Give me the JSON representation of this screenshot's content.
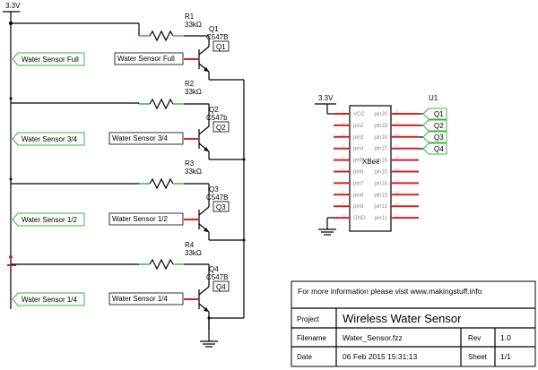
{
  "supply": {
    "net_left": "3.3V",
    "net_right": "3.3V"
  },
  "stages": [
    {
      "r_ref": "R1",
      "r_value": "33kΩ",
      "q_ref": "Q1",
      "q_part": "C547B",
      "q_tag": "Q1",
      "sensor_net": "Water Sensor Full",
      "sensor_label": "Water Sensor Full"
    },
    {
      "r_ref": "R2",
      "r_value": "33kΩ",
      "q_ref": "Q2",
      "q_part": "C547b",
      "q_tag": "Q2",
      "sensor_net": "Water Sensor 3/4",
      "sensor_label": "Water Sensor 3/4"
    },
    {
      "r_ref": "R3",
      "r_value": "33kΩ",
      "q_ref": "Q3",
      "q_part": "C547B",
      "q_tag": "Q3",
      "sensor_net": "Water Sensor 1/2",
      "sensor_label": "Water Sensor 1/2"
    },
    {
      "r_ref": "R4",
      "r_value": "33kΩ",
      "q_ref": "Q4",
      "q_part": "C547B",
      "q_tag": "Q4",
      "sensor_net": "Water Sensor 1/4",
      "sensor_label": "Water Sensor 1/4"
    }
  ],
  "xbee": {
    "ref": "U1",
    "name": "XBee",
    "left_pins": [
      "VCC",
      "pin2",
      "pin3",
      "pin4",
      "pin5",
      "pin6",
      "pin7",
      "pin8",
      "pin9",
      "GND"
    ],
    "right_pins": [
      "pin20",
      "pin19",
      "pin18",
      "pin17",
      "pin16",
      "pin15",
      "pin14",
      "pin13",
      "pin12",
      "pin11"
    ],
    "left_nums": [
      "1",
      "2",
      "3",
      "4",
      "5",
      "6",
      "7",
      "8",
      "9",
      "10"
    ],
    "right_nums": [
      "20",
      "19",
      "18",
      "17",
      "16",
      "15",
      "14",
      "13",
      "12",
      "11"
    ],
    "right_tags": [
      "Q1",
      "Q2",
      "Q3",
      "Q4"
    ]
  },
  "title_block": {
    "info": "For more information please visit www.makingstuff.info",
    "project_label": "Project",
    "project": "Wireless Water Sensor",
    "filename_label": "Filename",
    "filename": "Water_Sensor.fzz",
    "rev_label": "Rev",
    "rev": "1.0",
    "date_label": "Date",
    "date": "06 Feb 2015 15:31:13",
    "sheet_label": "Sheet",
    "sheet": "1/1"
  },
  "colors": {
    "wire": "#000000",
    "pin_red": "#d22222",
    "pin_green": "#3cb43c",
    "pin_label": "#8a8a8a"
  }
}
